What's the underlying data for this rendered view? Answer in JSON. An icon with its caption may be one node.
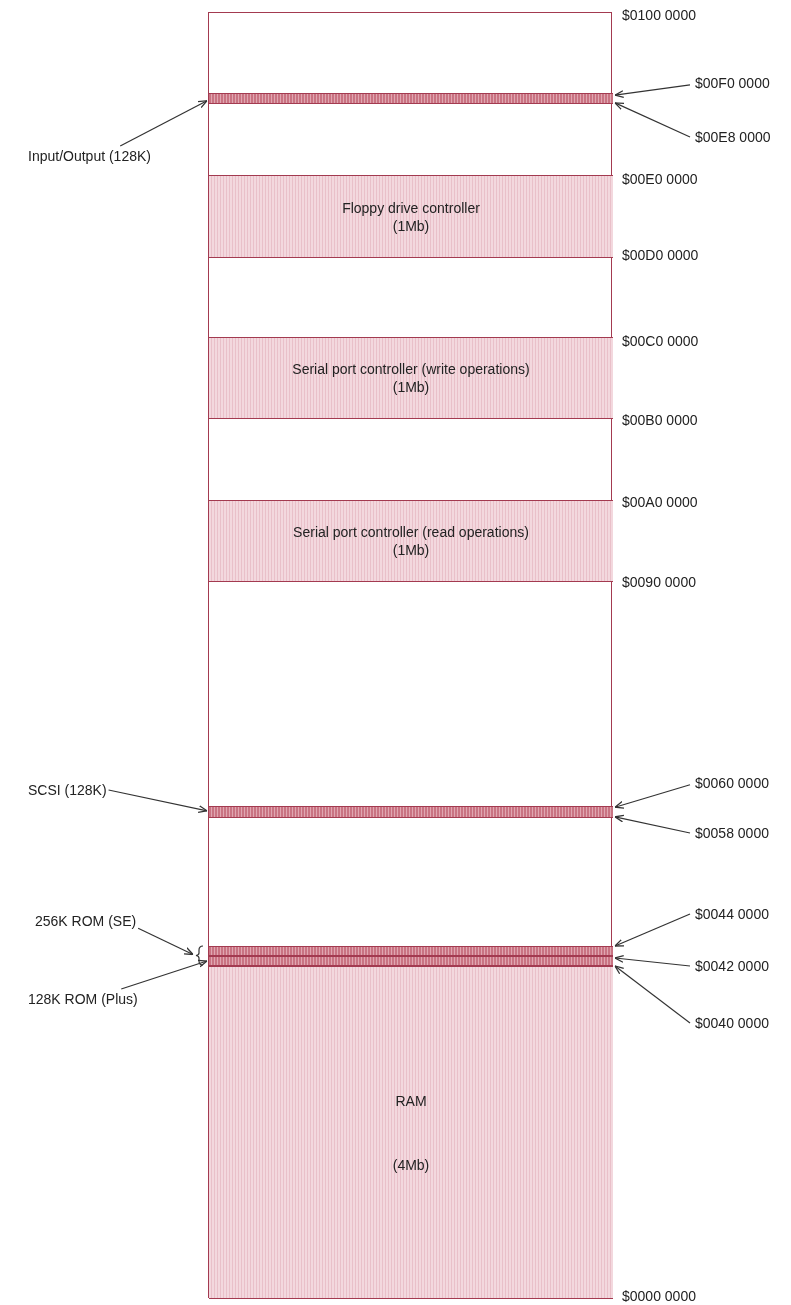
{
  "diagram": {
    "nodes": [
      {
        "text": [],
        "shape": "box"
      },
      {
        "text": [],
        "shape": "bar",
        "in": 0
      },
      {
        "text": [
          "Floppy drive controller",
          "(1Mb)"
        ],
        "in": 0
      },
      {
        "text": [
          "Serial port controller (write operations)",
          "(1Mb)"
        ],
        "in": 0
      },
      {
        "text": [
          "Serial port controller (read operations)",
          "(1Mb)"
        ],
        "in": 0
      },
      {
        "text": [],
        "shape": "bar",
        "in": 0
      },
      {
        "text": [],
        "shape": "bar",
        "in": 0
      },
      {
        "text": [],
        "shape": "bar",
        "in": 0
      },
      {
        "text": [
          "RAM",
          "(4Mb)"
        ],
        "in": 0
      },
      {
        "text": [
          "Input/Output (128K)"
        ]
      },
      {
        "text": [
          "SCSI (128K)"
        ]
      },
      {
        "text": [
          "256K ROM (SE)"
        ]
      },
      {
        "text": [],
        "shape": "brace"
      },
      {
        "text": [
          "128K ROM (Plus)"
        ]
      },
      {
        "text": [
          "$00F0 0000"
        ]
      },
      {
        "text": [
          "$00E8 0000"
        ]
      },
      {
        "text": [
          "$0060 0000"
        ]
      },
      {
        "text": [
          "$0058 0000"
        ]
      },
      {
        "text": [
          "$0044 0000"
        ]
      },
      {
        "text": [
          "$0042 0000"
        ]
      },
      {
        "text": [
          "$0040 0000"
        ]
      }
    ],
    "edges": [
      {
        "from": 9,
        "to": 1,
        "arrow": "to"
      },
      {
        "from": 10,
        "to": 5,
        "arrow": "to"
      },
      {
        "from": 11,
        "to": 12,
        "arrow": "to"
      },
      {
        "from": 13,
        "to": 7,
        "arrow": "to"
      },
      {
        "from": 14,
        "to": 1,
        "arrow": "to"
      },
      {
        "from": 15,
        "to": 1,
        "arrow": "to"
      },
      {
        "from": 16,
        "to": 5,
        "arrow": "to"
      },
      {
        "from": 17,
        "to": 5,
        "arrow": "to"
      },
      {
        "from": 18,
        "to": 6,
        "arrow": "to"
      },
      {
        "from": 19,
        "to": 7,
        "arrow": "to"
      },
      {
        "from": 20,
        "to": 7,
        "arrow": "to"
      }
    ],
    "labels": [
      "$0100 0000",
      "$00E0 0000",
      "$00D0 0000",
      "$00C0 0000",
      "$00B0 0000",
      "$00A0 0000",
      "$0090 0000",
      "$0000 0000"
    ]
  }
}
